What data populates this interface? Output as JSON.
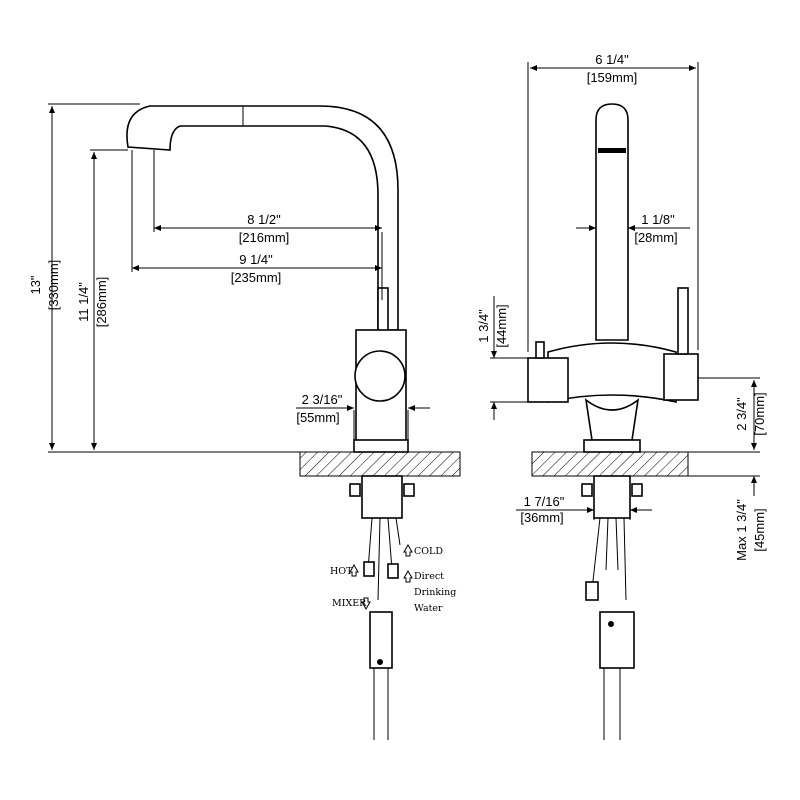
{
  "left_view": {
    "height_total": {
      "imperial": "13\"",
      "metric": "[330mm]"
    },
    "spout_height": {
      "imperial": "11 1/4\"",
      "metric": "[286mm]"
    },
    "reach_inner": {
      "imperial": "8 1/2\"",
      "metric": "[216mm]"
    },
    "reach_outer": {
      "imperial": "9 1/4\"",
      "metric": "[235mm]"
    },
    "base_width": {
      "imperial": "2 3/16\"",
      "metric": "[55mm]"
    },
    "hoses": {
      "cold": "COLD",
      "hot": "HOT",
      "direct_line1": "Direct",
      "direct_line2": "Drinking",
      "direct_line3": "Water",
      "mixer": "MIXER"
    }
  },
  "right_view": {
    "width_total": {
      "imperial": "6 1/4\"",
      "metric": "[159mm]"
    },
    "spout_diameter": {
      "imperial": "1 1/8\"",
      "metric": "[28mm]"
    },
    "body_height": {
      "imperial": "1 3/4\"",
      "metric": "[44mm]"
    },
    "base_height": {
      "imperial": "2 3/4\"",
      "metric": "[70mm]"
    },
    "shank_diameter": {
      "imperial": "1 7/16\"",
      "metric": "[36mm]"
    },
    "max_deck": {
      "imperial": "Max 1 3/4\"",
      "metric": "[45mm]"
    }
  }
}
